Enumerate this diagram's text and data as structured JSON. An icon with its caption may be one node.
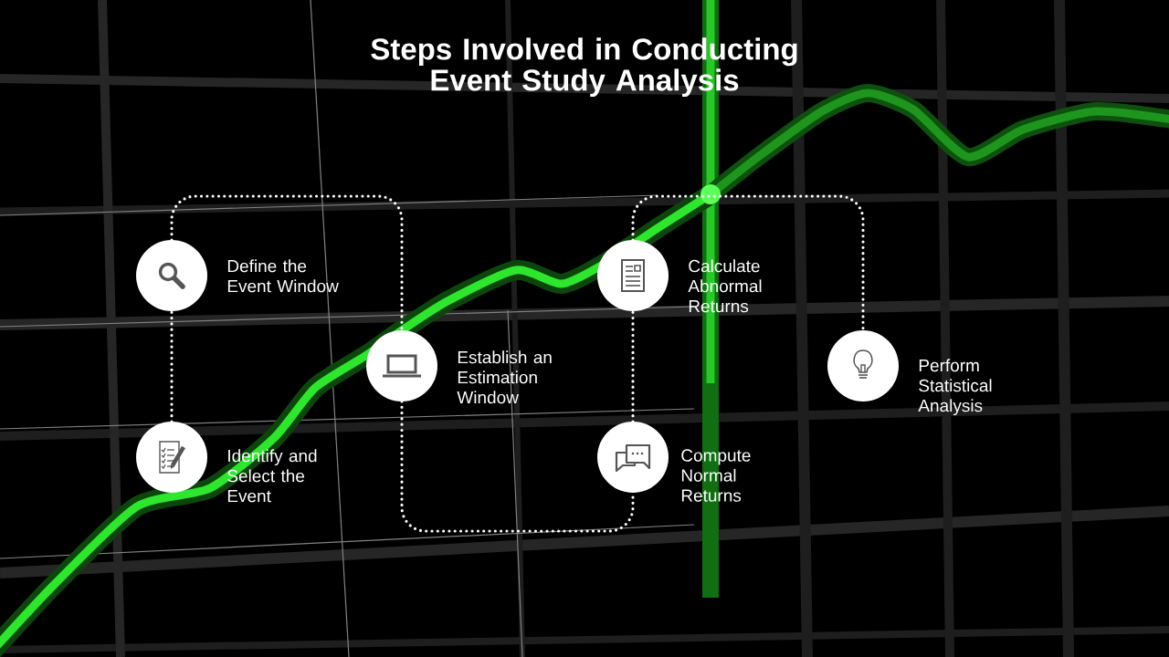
{
  "diagram": {
    "title": "Steps Involved in Conducting Event Study Analysis",
    "nodes": [
      {
        "text": [],
        "shape": "circle",
        "beside": [
          "Identify and Select the Event"
        ]
      },
      {
        "text": [],
        "shape": "circle",
        "beside": [
          "Define the Event Window"
        ]
      },
      {
        "text": [],
        "shape": "circle",
        "beside": [
          "Establish an Estimation Window"
        ]
      },
      {
        "text": [],
        "shape": "circle",
        "beside": [
          "Compute Normal Returns"
        ]
      },
      {
        "text": [],
        "shape": "circle",
        "beside": [
          "Calculate Abnormal Returns"
        ]
      },
      {
        "text": [],
        "shape": "circle",
        "beside": [
          "Perform Statistical Analysis"
        ]
      }
    ],
    "edges": [
      {
        "from": 0,
        "to": 1,
        "arrow": "none"
      },
      {
        "from": 1,
        "to": 2,
        "arrow": "none"
      },
      {
        "from": 2,
        "to": 3,
        "arrow": "none"
      },
      {
        "from": 3,
        "to": 4,
        "arrow": "none"
      },
      {
        "from": 4,
        "to": 5,
        "arrow": "none"
      }
    ]
  }
}
